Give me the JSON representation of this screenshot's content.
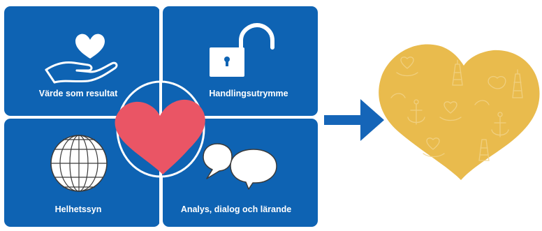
{
  "quadrants": {
    "top_left": {
      "label": "Värde som resultat",
      "icon": "hand-holding-heart-icon"
    },
    "top_right": {
      "label": "Handlingsutrymme",
      "icon": "open-padlock-icon"
    },
    "bottom_left": {
      "label": "Helhetssyn",
      "icon": "globe-icon"
    },
    "bottom_right": {
      "label": "Analys, dialog och lärande",
      "icon": "speech-bubbles-icon"
    }
  },
  "center": {
    "icon": "heart-icon"
  },
  "arrow": {
    "icon": "arrow-right-icon"
  },
  "result": {
    "icon": "golden-heart-icon"
  },
  "colors": {
    "panel_blue": "#0e63b3",
    "heart_red": "#ea5565",
    "gold_heart": "#e9bb4d",
    "arrow_blue": "#1565b8"
  }
}
